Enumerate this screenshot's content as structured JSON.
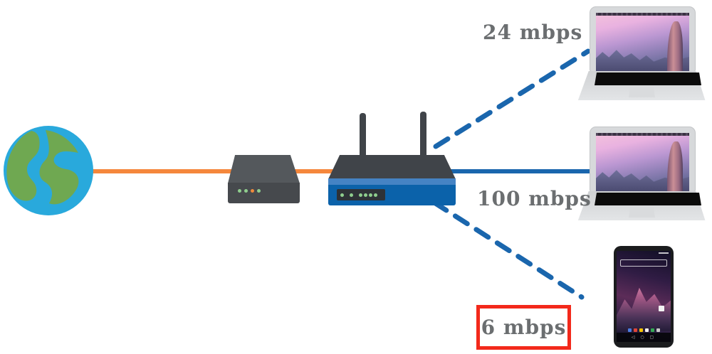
{
  "labels": {
    "laptop_top_speed": "24 mbps",
    "laptop_middle_speed": "100 mbps",
    "phone_speed": "6 mbps"
  },
  "devices": {
    "internet": "internet-globe",
    "modem": {
      "name": "modem",
      "leds": [
        "led_green",
        "led_green",
        "led_orange",
        "led_green"
      ]
    },
    "router": {
      "name": "wireless-router",
      "leds": [
        "led_green",
        "led_green",
        "led_green",
        "led_green",
        "led_green",
        "led_green"
      ]
    },
    "laptop_top": "laptop",
    "laptop_middle": "laptop",
    "phone": {
      "name": "smartphone",
      "dock_icon_colors": [
        "#4a7de0",
        "#e04438",
        "#f5c400",
        "#efefef",
        "#34a853",
        "#c8c8c8"
      ],
      "nav_glyphs": "◁ ○ ▢"
    }
  },
  "links": [
    {
      "from": "internet",
      "to": "router",
      "via": "modem",
      "style": "solid",
      "color_key": "link_orange"
    },
    {
      "from": "router",
      "to": "laptop_top",
      "style": "dashed",
      "color_key": "link_blue"
    },
    {
      "from": "router",
      "to": "laptop_middle",
      "style": "solid",
      "color_key": "link_blue"
    },
    {
      "from": "router",
      "to": "phone",
      "style": "dashed",
      "color_key": "link_blue"
    }
  ],
  "colors": {
    "link_orange": "#f5873c",
    "link_blue": "#1a66ad",
    "globe_ocean": "#29a9dc",
    "globe_land": "#6fa851",
    "device_gray_top": "#54585c",
    "device_gray_front": "#46494d",
    "router_top": "#404449",
    "router_blue": "#0b62aa",
    "router_blue_light": "#4583c4",
    "panel_dark": "#2e3237",
    "led_green": "#8fce8e",
    "led_orange": "#ef8a3b",
    "label_gray": "#6b6e70",
    "highlight_red": "#f3291b",
    "laptop_silver": "#d7d9db",
    "phone_black": "#1b1c1e"
  }
}
